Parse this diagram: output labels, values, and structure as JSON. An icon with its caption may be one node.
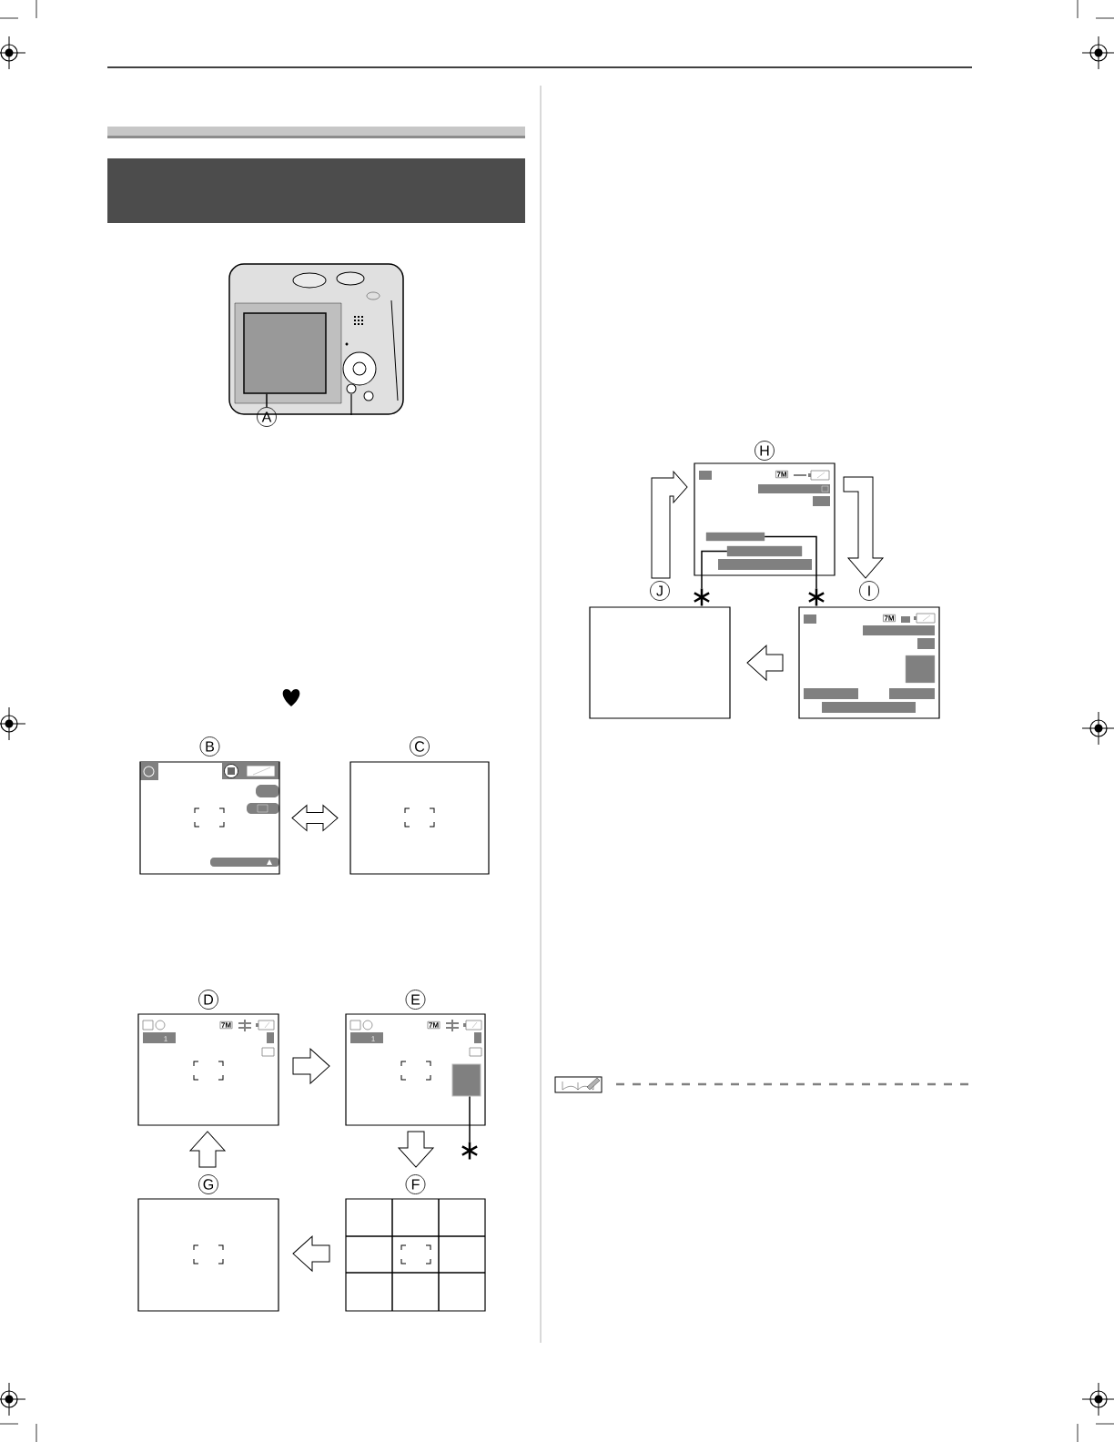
{
  "diagram": {
    "nodes": [
      {
        "text": [],
        "shape": "box"
      },
      {
        "text": [
          "A"
        ]
      },
      {
        "text": [
          "B"
        ]
      },
      {
        "text": [
          "C"
        ]
      },
      {
        "text": [
          "D"
        ]
      },
      {
        "text": [
          "E"
        ]
      },
      {
        "text": [],
        "shape": "box",
        "in": 5
      },
      {
        "text": [
          "∗"
        ]
      },
      {
        "text": [
          "G"
        ]
      },
      {
        "text": [
          "F"
        ]
      },
      {
        "text": [
          "H"
        ]
      },
      {
        "text": [],
        "shape": "bar",
        "in": 10
      },
      {
        "text": [],
        "shape": "bar",
        "in": 10
      },
      {
        "text": [
          "J"
        ]
      },
      {
        "text": [
          "∗"
        ]
      },
      {
        "text": [
          "∗"
        ]
      },
      {
        "text": [
          "I"
        ]
      }
    ],
    "edges": [
      {
        "from": 1,
        "to": 0,
        "arrow": "none"
      },
      {
        "from": 2,
        "to": 3,
        "arrow": "both"
      },
      {
        "from": 4,
        "to": 5,
        "arrow": "to"
      },
      {
        "from": 5,
        "to": 9,
        "arrow": "to"
      },
      {
        "from": 9,
        "to": 8,
        "arrow": "to"
      },
      {
        "from": 8,
        "to": 4,
        "arrow": "to"
      },
      {
        "from": 7,
        "to": 6,
        "arrow": "none"
      },
      {
        "from": 14,
        "to": 12,
        "arrow": "none"
      },
      {
        "from": 15,
        "to": 11,
        "arrow": "none"
      },
      {
        "from": 10,
        "to": 16,
        "arrow": "to"
      },
      {
        "from": 16,
        "to": 13,
        "arrow": "to"
      },
      {
        "from": 13,
        "to": 10,
        "arrow": "to"
      }
    ],
    "labels": [
      "7M",
      "1",
      "7M",
      "1",
      "7M",
      "7M"
    ]
  }
}
